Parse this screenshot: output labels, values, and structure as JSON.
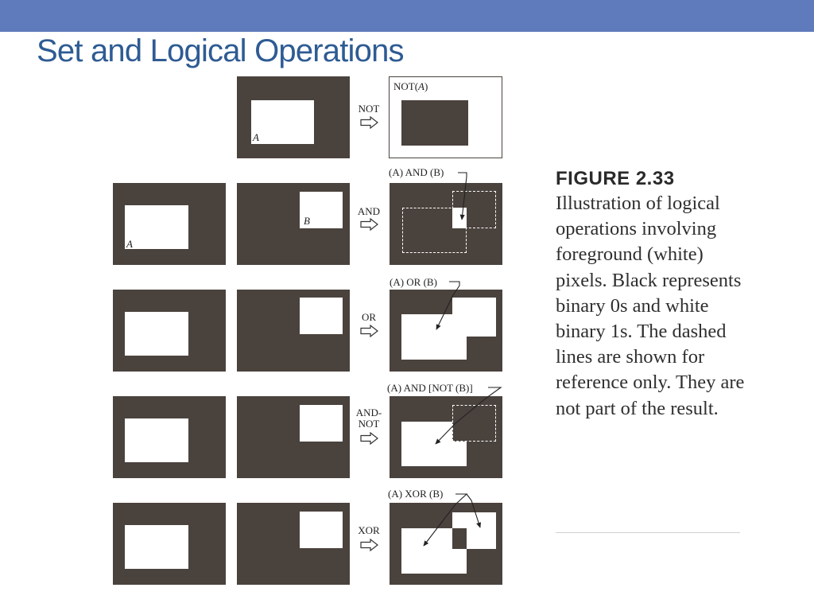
{
  "slide": {
    "title": "Set and Logical Operations",
    "accent_color": "#5f7bbc",
    "title_color": "#2e5b93"
  },
  "figure": {
    "set_a_label": "A",
    "set_b_label": "B",
    "rows": [
      {
        "op_label": "NOT",
        "op_label_line2": "",
        "result_prefix": "NOT(",
        "result_var": "A",
        "result_suffix": ")"
      },
      {
        "op_label": "AND",
        "op_label_line2": "",
        "result_text": "(A) AND (B)"
      },
      {
        "op_label": "OR",
        "op_label_line2": "",
        "result_text": "(A) OR (B)"
      },
      {
        "op_label": "AND-",
        "op_label_line2": "NOT",
        "result_text": "(A) AND [NOT (B)]"
      },
      {
        "op_label": "XOR",
        "op_label_line2": "",
        "result_text": "(A) XOR (B)"
      }
    ],
    "dark_color": "#4a423d"
  },
  "caption": {
    "heading": "FIGURE 2.33",
    "body": "Illustration of logical operations involving foreground (white) pixels. Black represents binary 0s and white binary 1s. The dashed lines are shown for reference only. They are not part of the result."
  }
}
